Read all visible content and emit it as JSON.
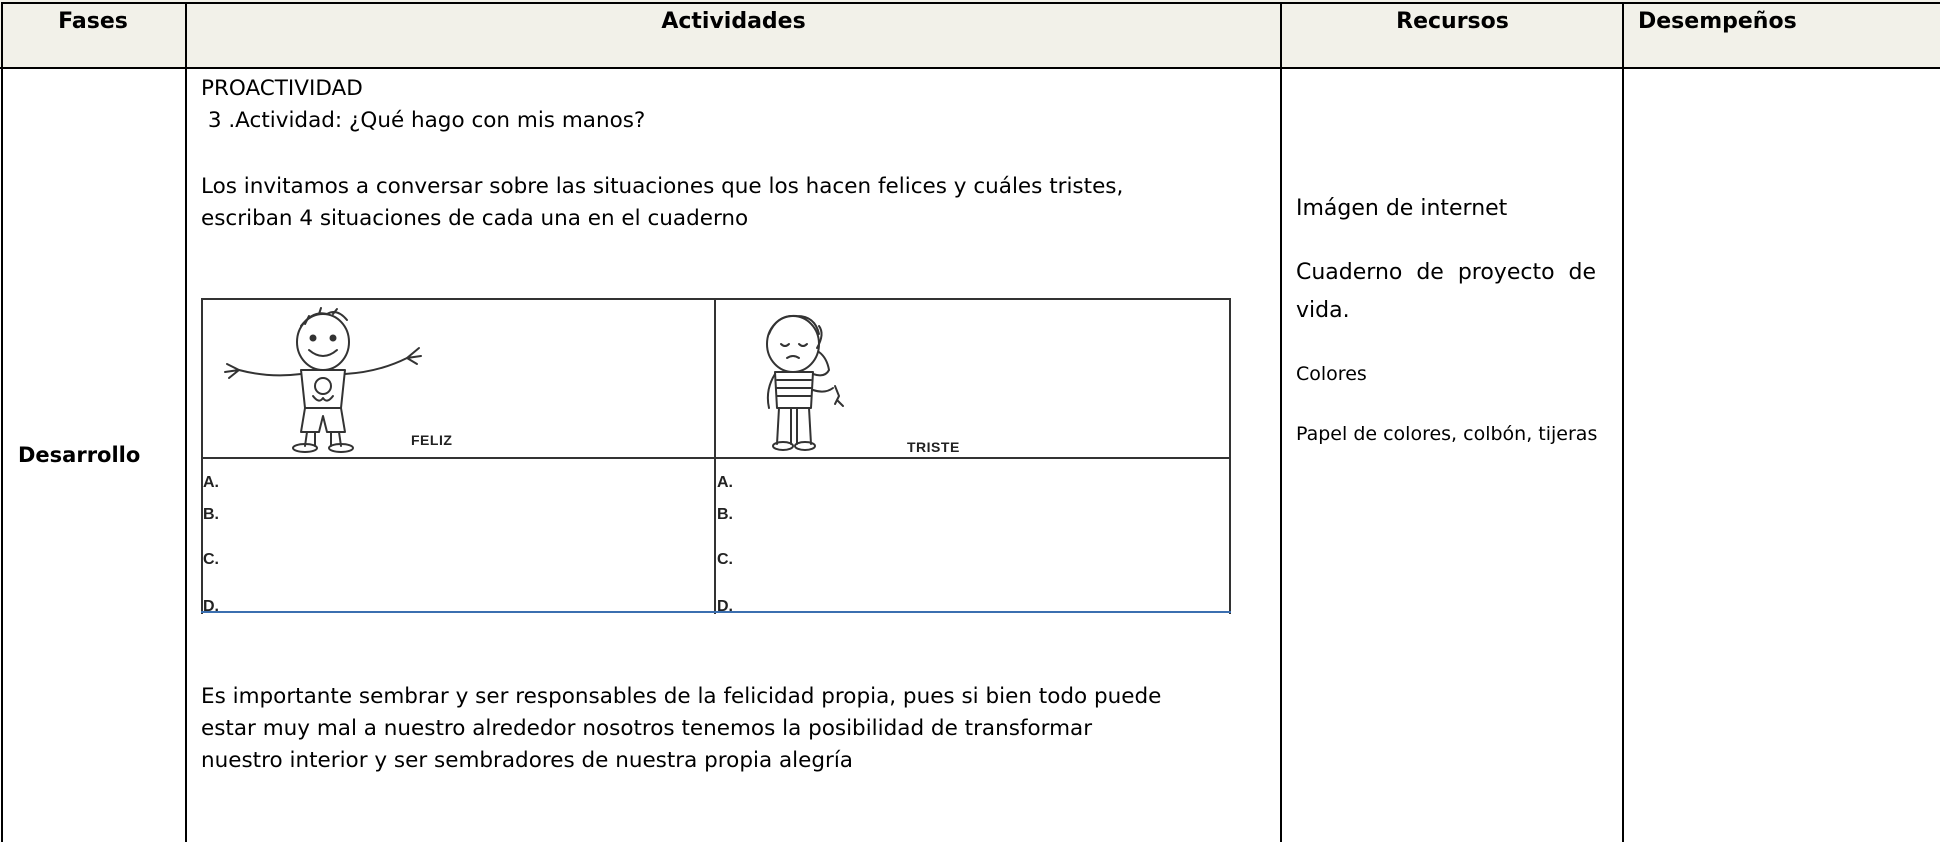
{
  "headers": {
    "fases": "Fases",
    "actividades": "Actividades",
    "recursos": "Recursos",
    "desempenos": "Desempeños"
  },
  "row": {
    "fase": "Desarrollo",
    "activity": {
      "section": "PROACTIVIDAD",
      "title": " 3 .Actividad: ¿Qué hago con mis manos?",
      "intro_line1": "Los invitamos a conversar sobre las situaciones que los hacen felices y cuáles tristes,",
      "intro_line2": "escriban 4 situaciones de cada una en el cuaderno",
      "image_table": {
        "happy_caption": "FELIZ",
        "sad_caption": "TRISTE",
        "letters": [
          "A.",
          "B.",
          "C.",
          "D."
        ]
      },
      "closing_line1": "Es importante sembrar y ser responsables de la felicidad propia, pues si bien todo puede",
      "closing_line2": "estar muy mal a nuestro alrededor nosotros tenemos la posibilidad de transformar",
      "closing_line3": "nuestro interior y ser sembradores de nuestra propia alegría"
    },
    "resources": {
      "r1": "Imágen de internet",
      "r2_line1": "Cuaderno  de  proyecto  de",
      "r2_line2": "vida.",
      "r3": "Colores",
      "r4": "Papel de colores, colbón, tijeras"
    }
  },
  "colors": {
    "header_bg": "#f2f1e9",
    "border": "#000000",
    "line_blue": "#3b6fb0"
  }
}
